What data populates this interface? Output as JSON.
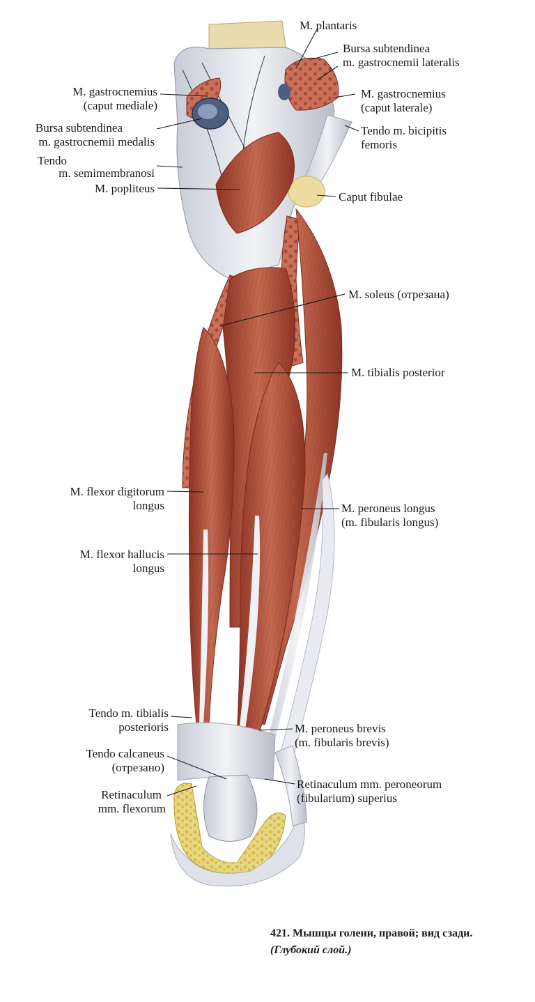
{
  "labels": {
    "plantaris": "M. plantaris",
    "bursa_lat_1": "Bursa subtendinea",
    "bursa_lat_2": "m. gastrocnemii lateralis",
    "gast_med_1": "M. gastrocnemius",
    "gast_med_2": "(caput mediale)",
    "gast_lat_1": "M. gastrocnemius",
    "gast_lat_2": "(caput laterale)",
    "bursa_med_1": "Bursa subtendinea",
    "bursa_med_2": "m. gastrocnemii medalis",
    "tendo_bic_1": "Tendo m. bicipitis",
    "tendo_bic_2": "femoris",
    "tendo_semi_1": "Tendo",
    "tendo_semi_2": "m. semimembranosi",
    "popliteus": "M. popliteus",
    "caput_fibulae": "Caput fibulae",
    "soleus": "M. soleus (отрезана)",
    "tib_post": "M. tibialis posterior",
    "fdl_1": "M. flexor digitorum",
    "fdl_2": "longus",
    "per_long_1": "M. peroneus longus",
    "per_long_2": "(m. fibularis longus)",
    "fhl_1": "M. flexor hallucis",
    "fhl_2": "longus",
    "tendo_tib_1": "Tendo m. tibialis",
    "tendo_tib_2": "posterioris",
    "per_brev_1": "M. peroneus brevis",
    "per_brev_2": "(m. fibularis brevis)",
    "calc_1": "Tendo calcaneus",
    "calc_2": "(отрезано)",
    "ret_per_1": "Retinaculum mm. peroneorum",
    "ret_per_2": "(fibularium) superius",
    "ret_flex_1": "Retinaculum",
    "ret_flex_2": "mm. flexorum"
  },
  "caption": {
    "main": "421. Мышцы голени, правой; вид сзади.",
    "sub": "(Глубокий слой.)"
  },
  "colors": {
    "muscle": "#b5543f",
    "muscle_dark": "#8e3426",
    "tendon": "#e4e6ec",
    "bone": "#e8dcae",
    "fat": "#e2cf6a"
  }
}
